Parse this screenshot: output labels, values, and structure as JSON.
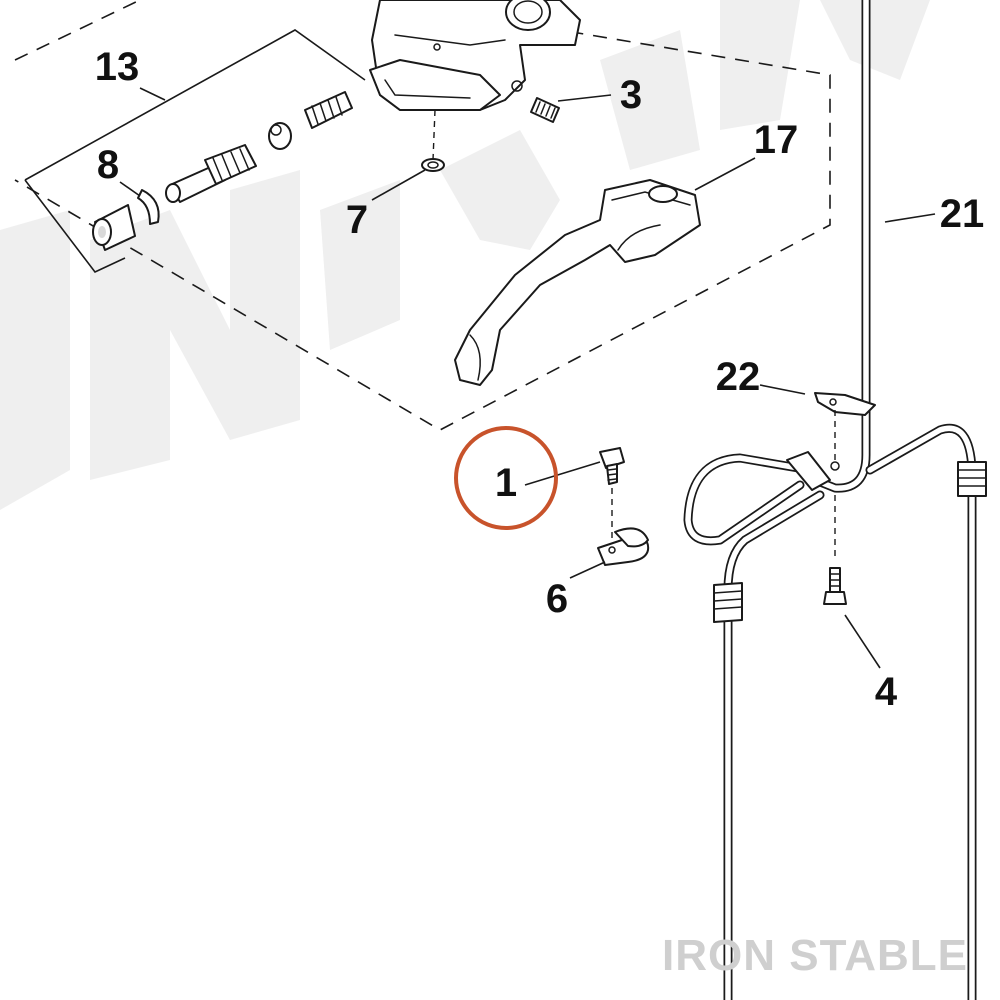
{
  "watermark": {
    "background_text": "IRON STABLE",
    "corner_text": "IRON STABLE"
  },
  "callouts": {
    "c1": "1",
    "c3": "3",
    "c4": "4",
    "c6": "6",
    "c7": "7",
    "c8": "8",
    "c13": "13",
    "c17": "17",
    "c21": "21",
    "c22": "22"
  },
  "highlight": {
    "target_callout": "1",
    "ring_color": "#c8532b"
  }
}
